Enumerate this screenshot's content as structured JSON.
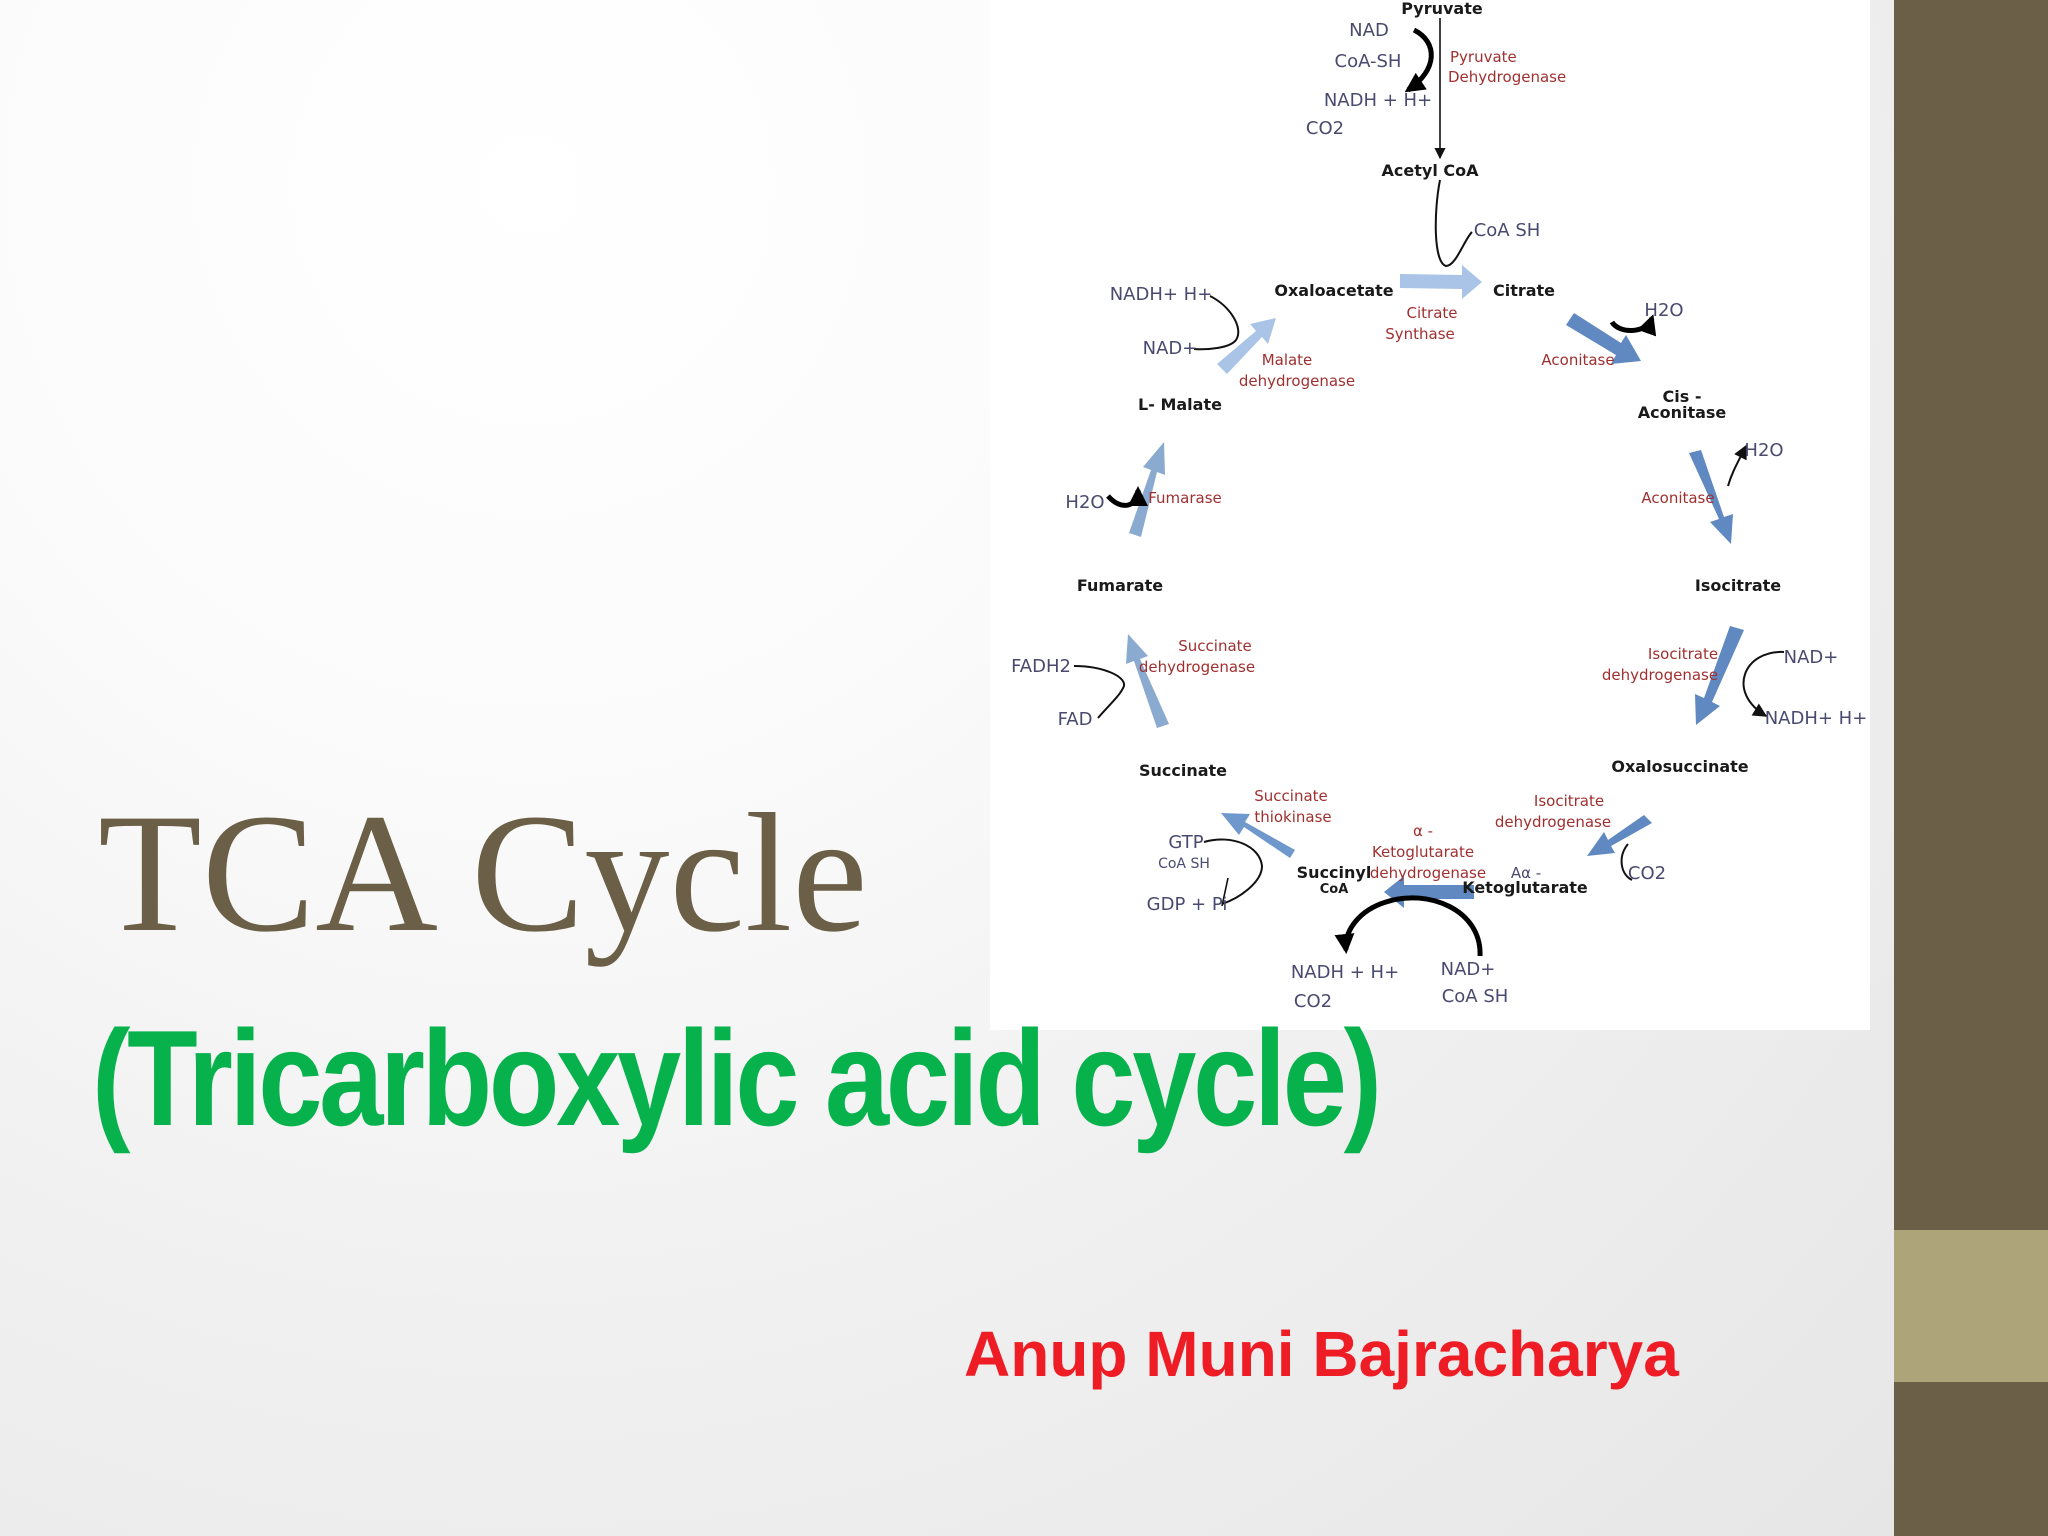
{
  "slide": {
    "title": "TCA Cycle",
    "subtitle": "(Tricarboxylic acid cycle)",
    "author": "Anup Muni Bajracharya",
    "colors": {
      "title": "#6b5f47",
      "subtitle": "#07b24d",
      "author": "#ee1c25",
      "side_band_dark": "#6b5f47",
      "side_band_light": "#ada579",
      "cycle_arrow": "#8aaad0",
      "enzyme_text": "#a03030"
    }
  },
  "diagram": {
    "metabolites": {
      "pyruvate": "Pyruvate",
      "acetyl_coa": "Acetyl CoA",
      "oxaloacetate": "Oxaloacetate",
      "citrate": "Citrate",
      "cis_aconitase_1": "Cis -",
      "cis_aconitase_2": "Aconitase",
      "isocitrate": "Isocitrate",
      "oxalosuccinate": "Oxalosuccinate",
      "ketoglutarate_prefix": "Aα -",
      "ketoglutarate": "Ketoglutarate",
      "succinyl_1": "Succinyl",
      "succinyl_2": "CoA",
      "succinate": "Succinate",
      "fumarate": "Fumarate",
      "l_malate": "L- Malate"
    },
    "enzymes": {
      "pdh_1": "Pyruvate",
      "pdh_2": "Dehydrogenase",
      "cs_1": "Citrate",
      "cs_2": "Synthase",
      "aconitase_1": "Aconitase",
      "aconitase_2": "Aconitase",
      "idh1_1": "Isocitrate",
      "idh1_2": "dehydrogenase",
      "idh2_1": "Isocitrate",
      "idh2_2": "dehydrogenase",
      "akgdh_1": "α -",
      "akgdh_2": "Ketoglutarate",
      "akgdh_3": "dehydrogenase",
      "sk_1": "Succinate",
      "sk_2": "thiokinase",
      "sdh_1": "Succinate",
      "sdh_2": "dehydrogenase",
      "fumarase": "Fumarase",
      "mdh_1": "Malate",
      "mdh_2": "dehydrogenase"
    },
    "cofactors": {
      "pdh_nad": "NAD",
      "pdh_coash": "CoA-SH",
      "pdh_nadh": "NADH + H+",
      "pdh_co2": "CO2",
      "cs_coash": "CoA SH",
      "aco1_h2o": "H2O",
      "aco2_h2o": "H2O",
      "idh_nad": "NAD+",
      "idh_nadh": "NADH+ H+",
      "oxs_co2": "CO2",
      "akg_nad": "NAD+",
      "akg_coash": "CoA SH",
      "akg_nadh": "NADH + H+",
      "akg_co2": "CO2",
      "sk_gtp": "GTP",
      "sk_coash": "CoA SH",
      "sk_gdp": "GDP + Pi",
      "sdh_fadh2": "FADH2",
      "sdh_fad": "FAD",
      "fum_h2o": "H2O",
      "mdh_nadh": "NADH+ H+",
      "mdh_nad": "NAD+"
    }
  }
}
